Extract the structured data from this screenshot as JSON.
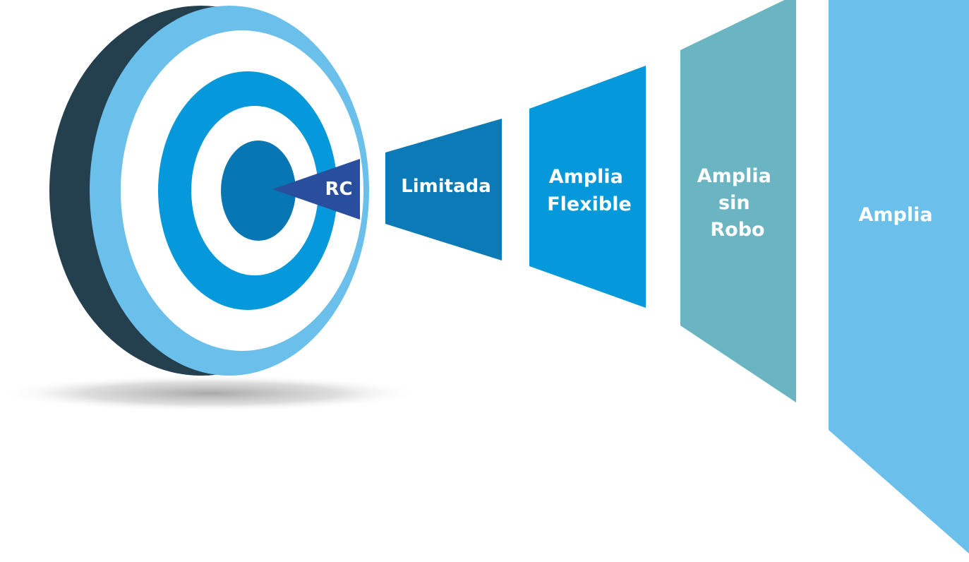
{
  "diagram": {
    "target_label": "RC",
    "stages": [
      {
        "id": "limitada",
        "lines": [
          "Limitada"
        ]
      },
      {
        "id": "amplia-flexible",
        "lines": [
          "Amplia",
          "Flexible"
        ]
      },
      {
        "id": "amplia-sin-robo",
        "lines": [
          "Amplia",
          "sin",
          "Robo"
        ]
      },
      {
        "id": "amplia",
        "lines": [
          "Amplia"
        ]
      }
    ]
  },
  "colors": {
    "target_back": "#24404f",
    "target_outer_ring": "#6ac0eb",
    "target_white": "#ffffff",
    "target_blue_ring": "#0599db",
    "target_center": "#0677b3",
    "arrow": "#2a4e9e",
    "stage_limitada": "#0b7ab6",
    "stage_amplia_flexible": "#0599db",
    "stage_amplia_sin_robo": "#6bb5c2",
    "stage_amplia": "#6ac0eb",
    "shadow": "#9a9a9a"
  }
}
